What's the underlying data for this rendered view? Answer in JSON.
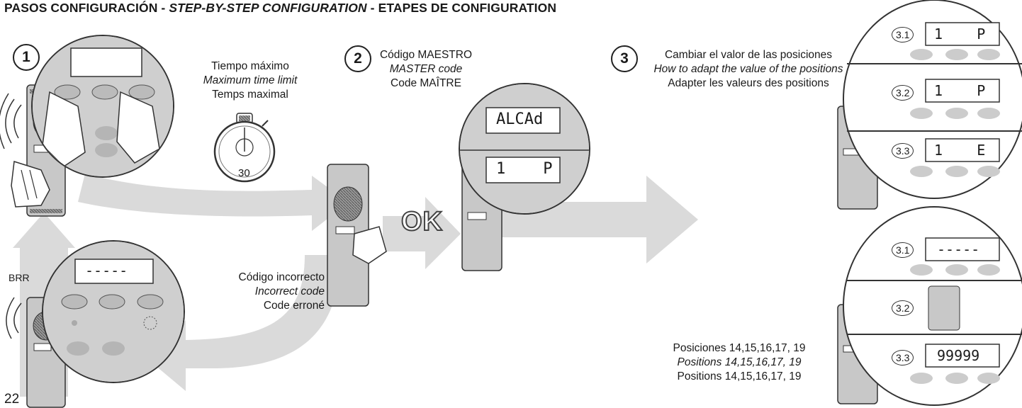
{
  "title": {
    "es": "PASOS CONFIGURACIÓN -",
    "en": "STEP-BY-STEP CONFIGURATION",
    "sep": "-",
    "fr": "ETAPES DE CONFIGURATION"
  },
  "step1": {
    "number": "1",
    "time_es": "Tiempo máximo",
    "time_en": "Maximum time limit",
    "time_fr": "Temps maximal",
    "timer_value": "30"
  },
  "step2": {
    "number": "2",
    "master_es": "Código MAESTRO",
    "master_en": "MASTER code",
    "master_fr": "Code MAÎTRE",
    "display_top": "ALCAd",
    "display_bottom": "1    P",
    "ok": "OK"
  },
  "step3": {
    "number": "3",
    "change_es": "Cambiar el valor de las posiciones",
    "change_en": "How to adapt the value of the positions",
    "change_fr": "Adapter les valeurs des positions",
    "top": {
      "s1_label": "3.1",
      "s1_display": "1    P",
      "s2_label": "3.2",
      "s2_display": "1    P",
      "s3_label": "3.3",
      "s3_display": "1    E"
    },
    "bottom": {
      "s1_label": "3.1",
      "s1_display": "-----",
      "s2_label": "3.2",
      "s3_label": "3.3",
      "s3_display": "99999"
    },
    "positions_es": "Posiciones 14,15,16,17, 19",
    "positions_en": "Positions 14,15,16,17, 19",
    "positions_fr": "Positions 14,15,16,17, 19"
  },
  "error": {
    "es": "Código incorrecto",
    "en": "Incorrect code",
    "fr": "Code erroné",
    "display": "-----",
    "brr": "BRR"
  },
  "page_number": "22",
  "colors": {
    "arrow": "#d9d9d9",
    "panel": "#c8c8c8",
    "panel_dark": "#8a8a8a",
    "outline": "#333333",
    "hand": "#ffffff"
  }
}
